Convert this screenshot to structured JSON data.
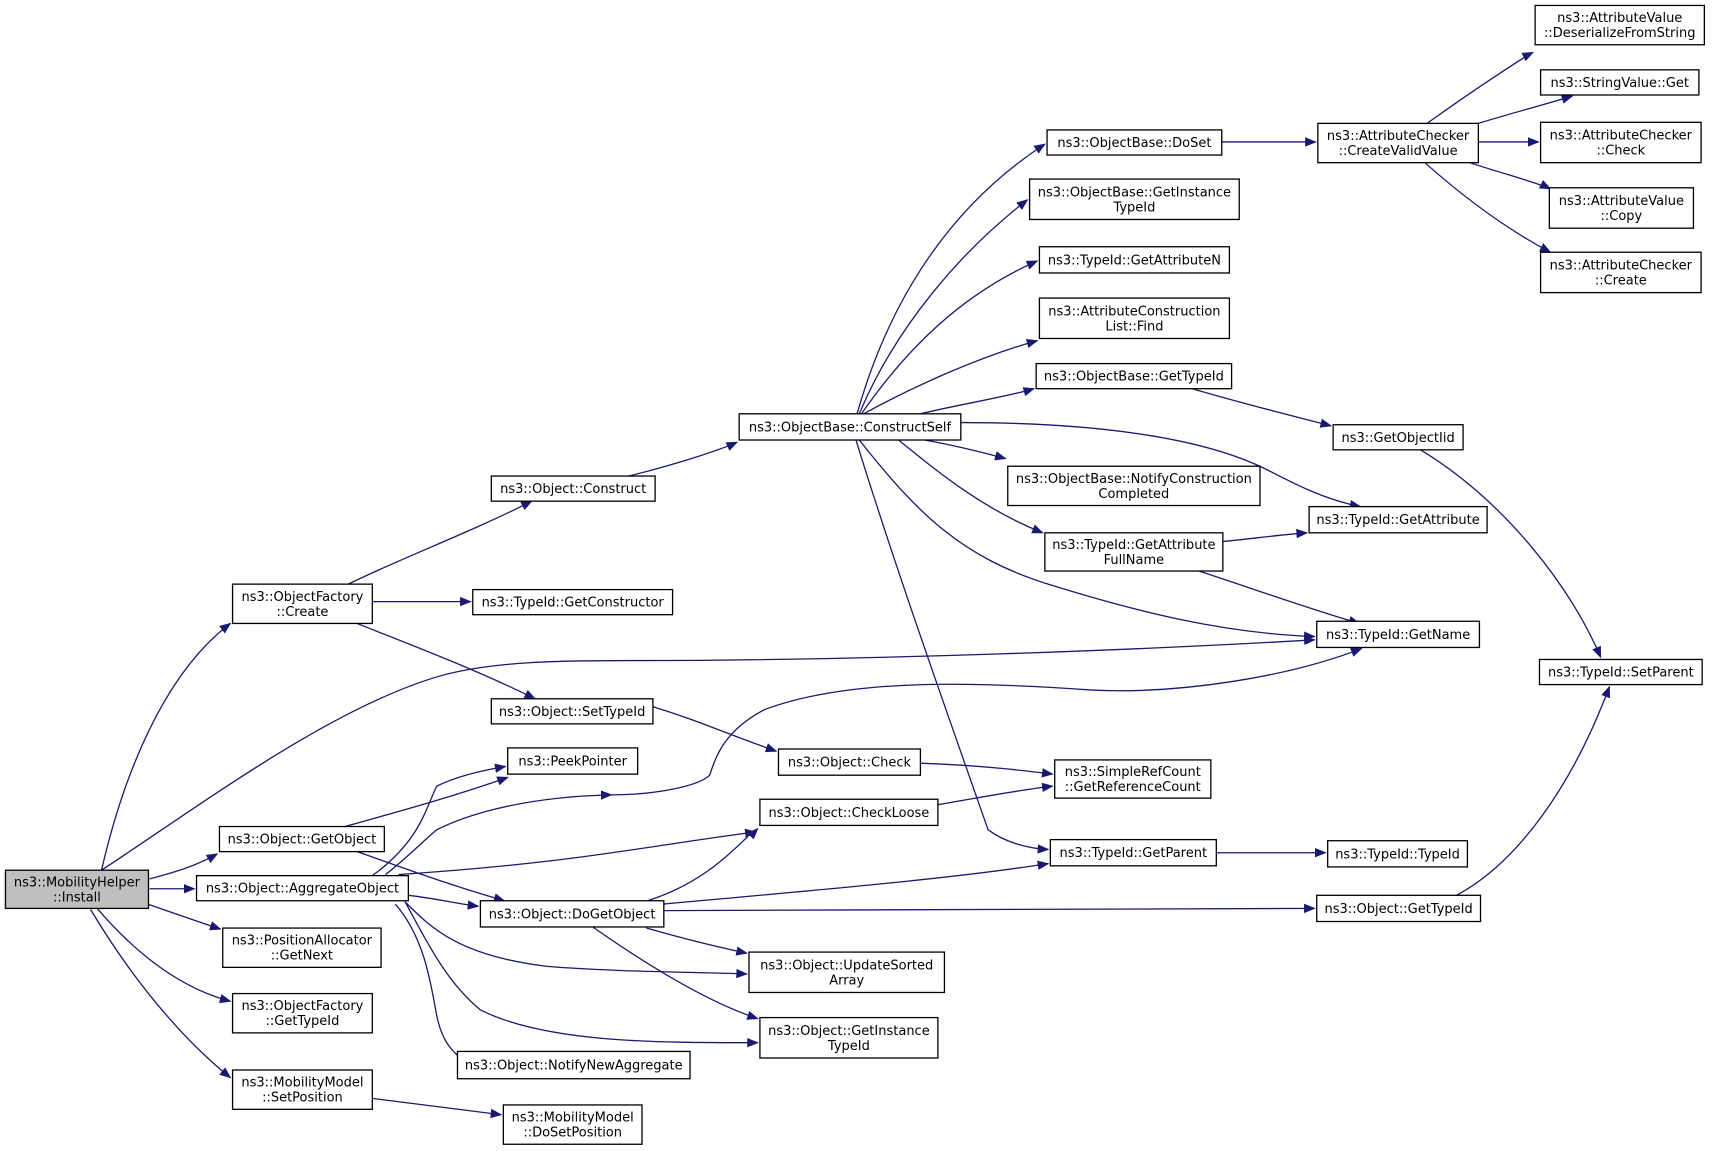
{
  "graph": {
    "colors": {
      "edge": "#191970",
      "node_border": "#000000",
      "root_fill": "#bfbfbf",
      "node_fill": "#ffffff"
    },
    "nodes": {
      "root": [
        "ns3::MobilityHelper",
        "::Install"
      ],
      "factoryCreate": [
        "ns3::ObjectFactory",
        "::Create"
      ],
      "getObject": [
        "ns3::Object::GetObject"
      ],
      "aggregate": [
        "ns3::Object::AggregateObject"
      ],
      "posAlloc": [
        "ns3::PositionAllocator",
        "::GetNext"
      ],
      "factoryTypeId": [
        "ns3::ObjectFactory",
        "::GetTypeId"
      ],
      "mmSetPos": [
        "ns3::MobilityModel",
        "::SetPosition"
      ],
      "construct": [
        "ns3::Object::Construct"
      ],
      "getConstructor": [
        "ns3::TypeId::GetConstructor"
      ],
      "setTypeId": [
        "ns3::Object::SetTypeId"
      ],
      "peek": [
        "ns3::PeekPointer"
      ],
      "doGetObject": [
        "ns3::Object::DoGetObject"
      ],
      "notifyNewAgg": [
        "ns3::Object::NotifyNewAggregate"
      ],
      "mmDoSetPos": [
        "ns3::MobilityModel",
        "::DoSetPosition"
      ],
      "constructSelf": [
        "ns3::ObjectBase::ConstructSelf"
      ],
      "check": [
        "ns3::Object::Check"
      ],
      "checkLoose": [
        "ns3::Object::CheckLoose"
      ],
      "updateSorted": [
        "ns3::Object::UpdateSorted",
        "Array"
      ],
      "getInstTypeId": [
        "ns3::Object::GetInstance",
        "TypeId"
      ],
      "doSet": [
        "ns3::ObjectBase::DoSet"
      ],
      "obGetInstTypeId": [
        "ns3::ObjectBase::GetInstance",
        "TypeId"
      ],
      "getAttrN": [
        "ns3::TypeId::GetAttributeN"
      ],
      "acFind": [
        "ns3::AttributeConstruction",
        "List::Find"
      ],
      "obGetTypeId": [
        "ns3::ObjectBase::GetTypeId"
      ],
      "notifyConstr": [
        "ns3::ObjectBase::NotifyConstruction",
        "Completed"
      ],
      "getAttrFullName": [
        "ns3::TypeId::GetAttribute",
        "FullName"
      ],
      "simpleRef": [
        "ns3::SimpleRefCount",
        "::GetReferenceCount"
      ],
      "getParent": [
        "ns3::TypeId::GetParent"
      ],
      "createValid": [
        "ns3::AttributeChecker",
        "::CreateValidValue"
      ],
      "getObjectIid": [
        "ns3::GetObjectIid"
      ],
      "getAttribute": [
        "ns3::TypeId::GetAttribute"
      ],
      "getName": [
        "ns3::TypeId::GetName"
      ],
      "typeIdCtor": [
        "ns3::TypeId::TypeId"
      ],
      "objGetTypeId": [
        "ns3::Object::GetTypeId"
      ],
      "avDeser": [
        "ns3::AttributeValue",
        "::DeserializeFromString"
      ],
      "svGet": [
        "ns3::StringValue::Get"
      ],
      "acCheck": [
        "ns3::AttributeChecker",
        "::Check"
      ],
      "avCopy": [
        "ns3::AttributeValue",
        "::Copy"
      ],
      "acCreate": [
        "ns3::AttributeChecker",
        "::Create"
      ],
      "setParent": [
        "ns3::TypeId::SetParent"
      ]
    }
  }
}
